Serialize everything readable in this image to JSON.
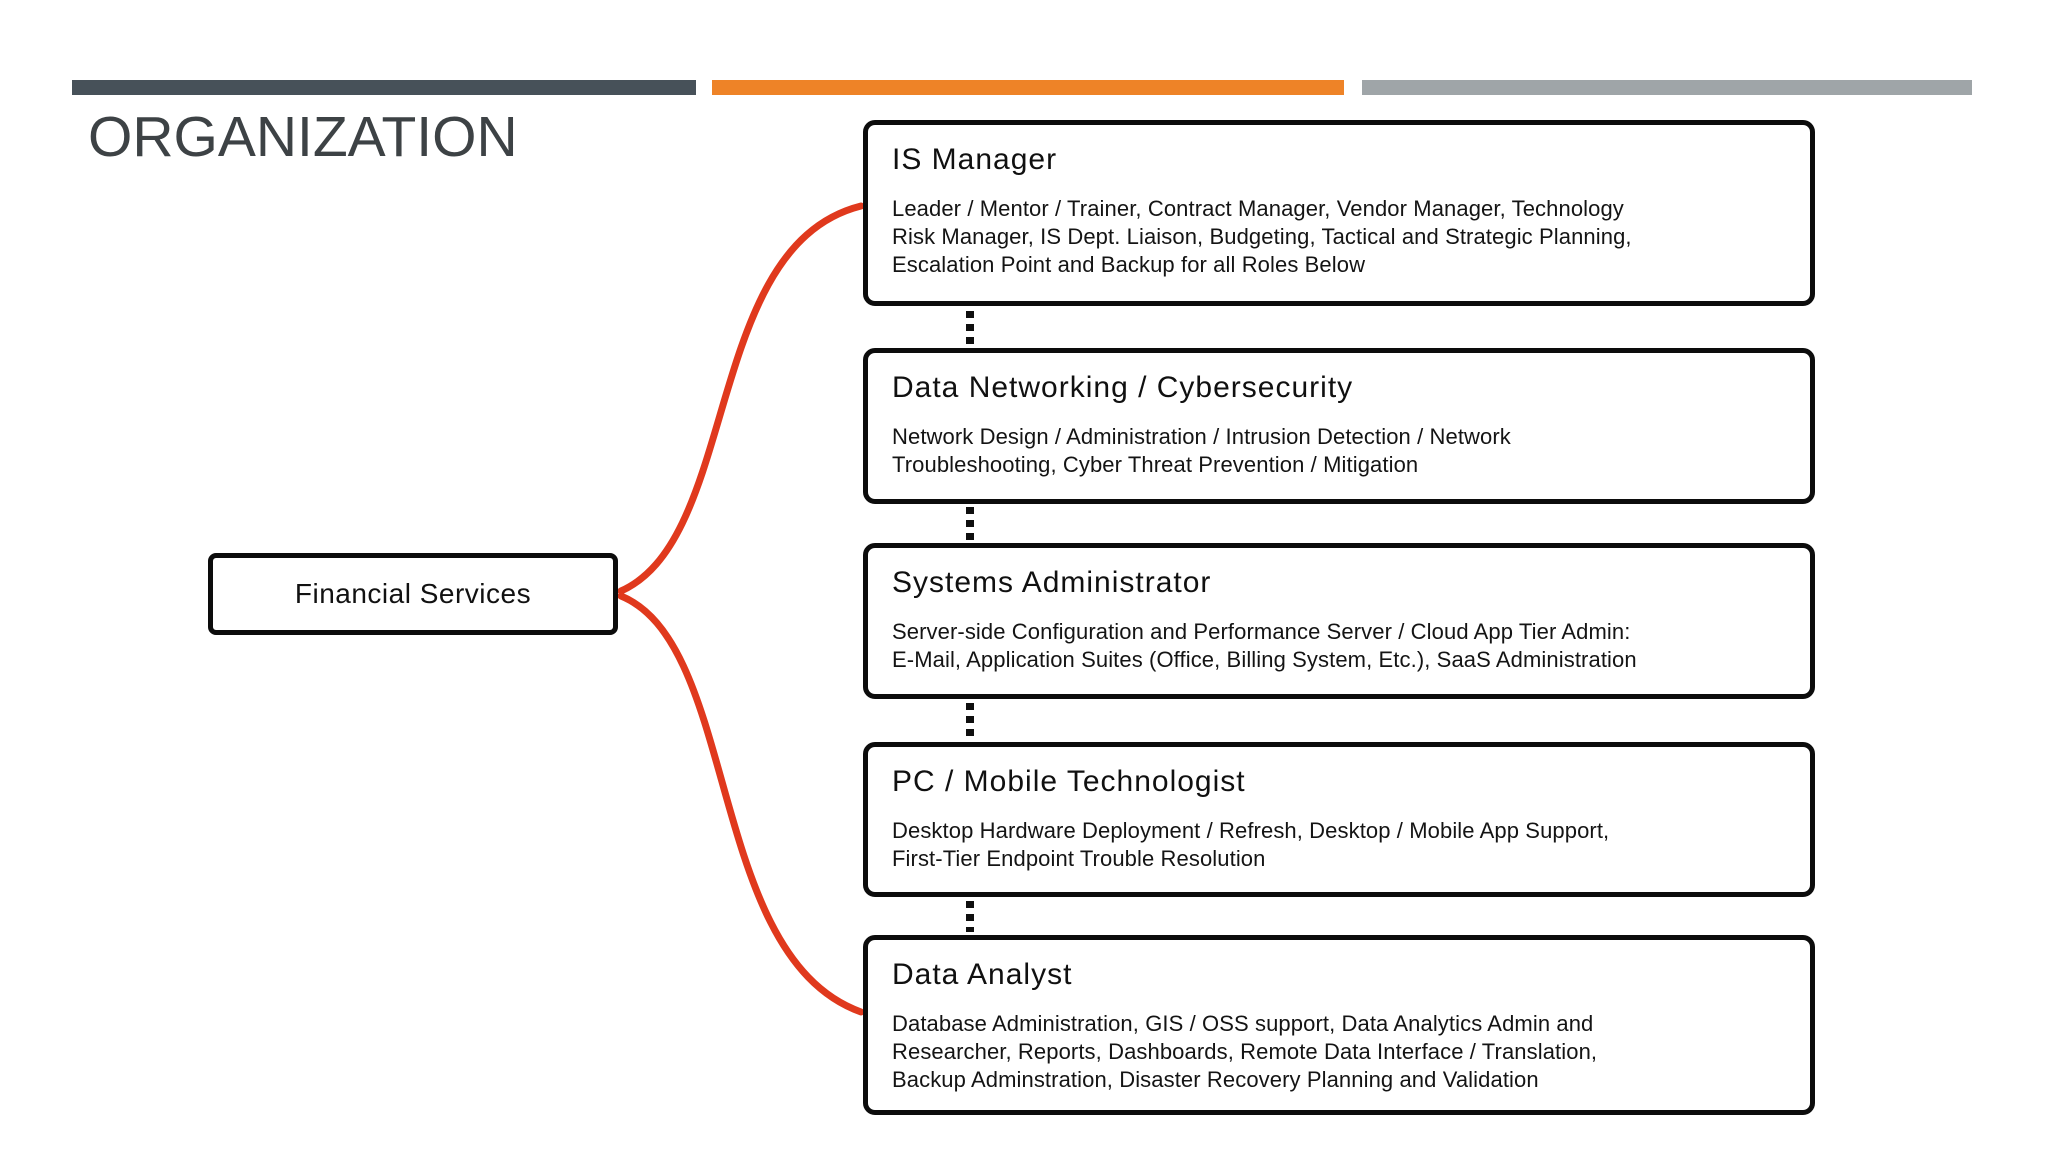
{
  "slide": {
    "title": "ORGANIZATION",
    "accent_bar_colors": {
      "dark": "#475159",
      "orange": "#ee8327",
      "gray": "#9fa5a8"
    }
  },
  "root_box": {
    "label": "Financial Services"
  },
  "connector": {
    "color": "#e0391d"
  },
  "role_boxes": [
    {
      "title": "IS Manager",
      "description_lines": [
        "Leader / Mentor / Trainer, Contract Manager, Vendor Manager, Technology",
        "Risk Manager, IS Dept. Liaison, Budgeting, Tactical and Strategic Planning,",
        "Escalation Point and Backup for all Roles Below"
      ]
    },
    {
      "title": "Data Networking / Cybersecurity",
      "description_lines": [
        "Network Design / Administration / Intrusion Detection / Network",
        "Troubleshooting, Cyber Threat Prevention / Mitigation"
      ]
    },
    {
      "title": "Systems Administrator",
      "description_lines": [
        "Server-side Configuration and Performance Server / Cloud App Tier Admin:",
        "E-Mail, Application Suites (Office, Billing System, Etc.), SaaS Administration"
      ]
    },
    {
      "title": "PC / Mobile Technologist",
      "description_lines": [
        "Desktop Hardware Deployment / Refresh, Desktop / Mobile App Support,",
        "First-Tier Endpoint Trouble Resolution"
      ]
    },
    {
      "title": "Data Analyst",
      "description_lines": [
        "Database Administration, GIS / OSS support, Data Analytics Admin and",
        "Researcher, Reports, Dashboards, Remote Data Interface / Translation,",
        "Backup Adminstration, Disaster Recovery Planning and Validation"
      ]
    }
  ]
}
